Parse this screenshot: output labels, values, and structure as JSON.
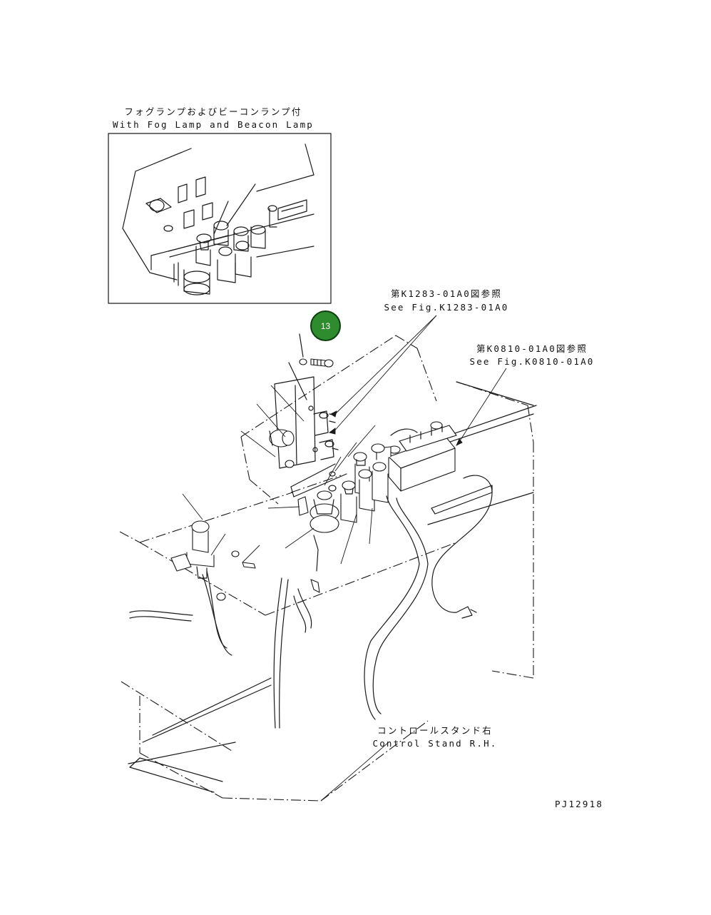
{
  "inset": {
    "title_jp": "フォグランプおよびビーコンランプ付",
    "title_en": "With Fog Lamp and Beacon Lamp"
  },
  "references": [
    {
      "jp": "第K1283-01A0図参照",
      "en": "See Fig.K1283-01A0"
    },
    {
      "jp": "第K0810-01A0図参照",
      "en": "See Fig.K0810-01A0"
    }
  ],
  "callout": {
    "number": "13",
    "color": "#2e8b2e"
  },
  "assembly": {
    "label_jp": "コントロールスタンド右",
    "label_en": "Control Stand R.H."
  },
  "drawing_id": "PJ12918"
}
